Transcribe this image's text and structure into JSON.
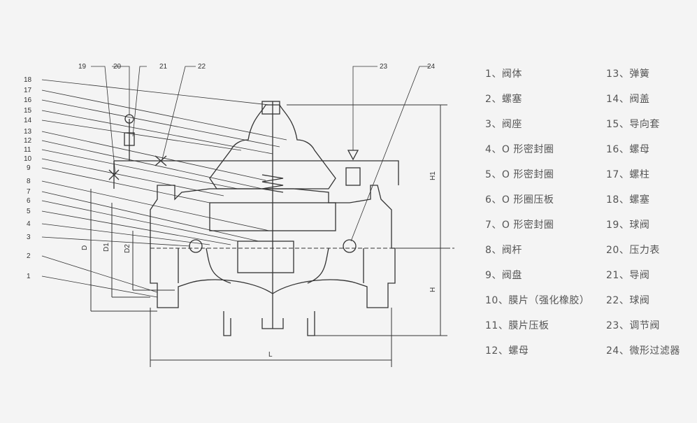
{
  "diagram": {
    "callouts_left": [
      "1",
      "2",
      "3",
      "4",
      "5",
      "6",
      "7",
      "8",
      "9",
      "10",
      "11",
      "12",
      "13",
      "14",
      "15",
      "16",
      "17",
      "18"
    ],
    "callouts_top": [
      "19",
      "20",
      "21",
      "22",
      "23",
      "24"
    ],
    "dimensions": {
      "D": "D",
      "D1": "D1",
      "D2": "D2",
      "L": "L",
      "H": "H",
      "H1": "H1"
    }
  },
  "parts_left": [
    "1、阀体",
    "2、螺塞",
    "3、阀座",
    "4、O 形密封圈",
    "5、O 形密封圈",
    "6、O 形圈压板",
    "7、O 形密封圈",
    "8、阀杆",
    "9、阀盘",
    "10、膜片（强化橡胶）",
    "11、膜片压板",
    "12、螺母"
  ],
  "parts_right": [
    "13、弹簧",
    "14、阀盖",
    "15、导向套",
    "16、螺母",
    "17、螺柱",
    "18、螺塞",
    "19、球阀",
    "20、压力表",
    "21、导阀",
    "22、球阀",
    "23、调节阀",
    "24、微形过滤器"
  ]
}
